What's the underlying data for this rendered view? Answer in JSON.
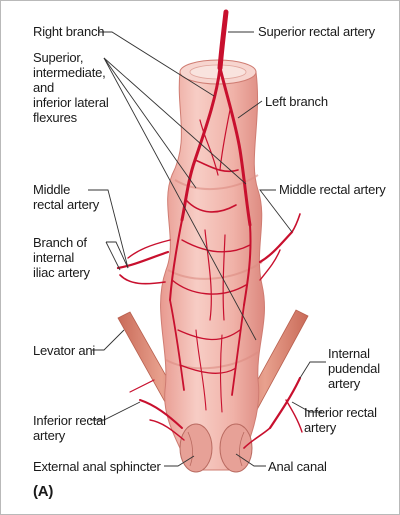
{
  "labels": {
    "right_branch": "Right branch",
    "superior_rectal_artery": "Superior rectal artery",
    "flexures_1": "Superior,",
    "flexures_2": "intermediate,",
    "flexures_3": "and",
    "flexures_4": "inferior lateral",
    "flexures_5": "flexures",
    "left_branch": "Left branch",
    "middle_rectal_left_1": "Middle",
    "middle_rectal_left_2": "rectal artery",
    "middle_rectal_right": "Middle rectal artery",
    "branch_internal_1": "Branch of",
    "branch_internal_2": "internal",
    "branch_internal_3": "iliac artery",
    "levator_ani": "Levator ani",
    "internal_pudendal_1": "Internal",
    "internal_pudendal_2": "pudendal",
    "internal_pudendal_3": "artery",
    "inferior_rectal_left_1": "Inferior rectal",
    "inferior_rectal_left_2": "artery",
    "inferior_rectal_right_1": "Inferior rectal",
    "inferior_rectal_right_2": "artery",
    "external_anal_sphincter": "External anal sphincter",
    "anal_canal": "Anal canal",
    "figure_label": "(A)"
  },
  "colors": {
    "tissue": "#f0b2a8",
    "tissue_shade": "#e38f86",
    "artery": "#c8102e",
    "muscle": "#d9826f"
  }
}
